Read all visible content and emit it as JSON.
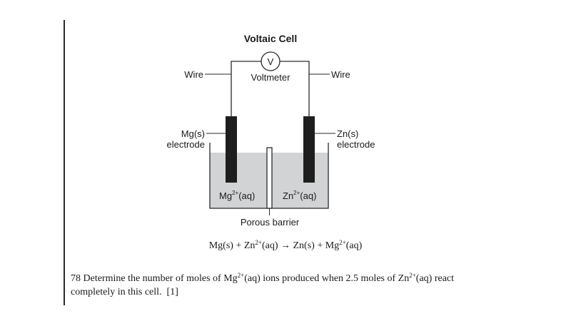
{
  "figure": {
    "title": "Voltaic Cell",
    "voltmeter_symbol": "V",
    "voltmeter_label": "Voltmeter",
    "wire_left": "Wire",
    "wire_right": "Wire",
    "left_electrode": {
      "line1": "Mg(s)",
      "line2": "electrode"
    },
    "right_electrode": {
      "line1": "Zn(s)",
      "line2": "electrode"
    },
    "left_solution": {
      "base": "Mg",
      "charge": "2+",
      "state": "(aq)"
    },
    "right_solution": {
      "base": "Zn",
      "charge": "2+",
      "state": "(aq)"
    },
    "barrier_label": "Porous barrier"
  },
  "equation": {
    "r1": "Mg(s) + Zn",
    "r1_charge": "2+",
    "r1_state": "(aq) → Zn(s) + Mg",
    "p2_charge": "2+",
    "p2_state": "(aq)"
  },
  "question": {
    "number": "78",
    "text_a": "Determine the number of moles of Mg",
    "charge_a": "2+",
    "text_b": "(aq) ions produced when 2.5 moles of Zn",
    "charge_b": "2+",
    "text_c": "(aq) react completely in this cell.",
    "marks": "[1]"
  },
  "colors": {
    "solution": "#d2d3d5",
    "electrode": "#1e1e1e",
    "line": "#2a2a2a"
  }
}
